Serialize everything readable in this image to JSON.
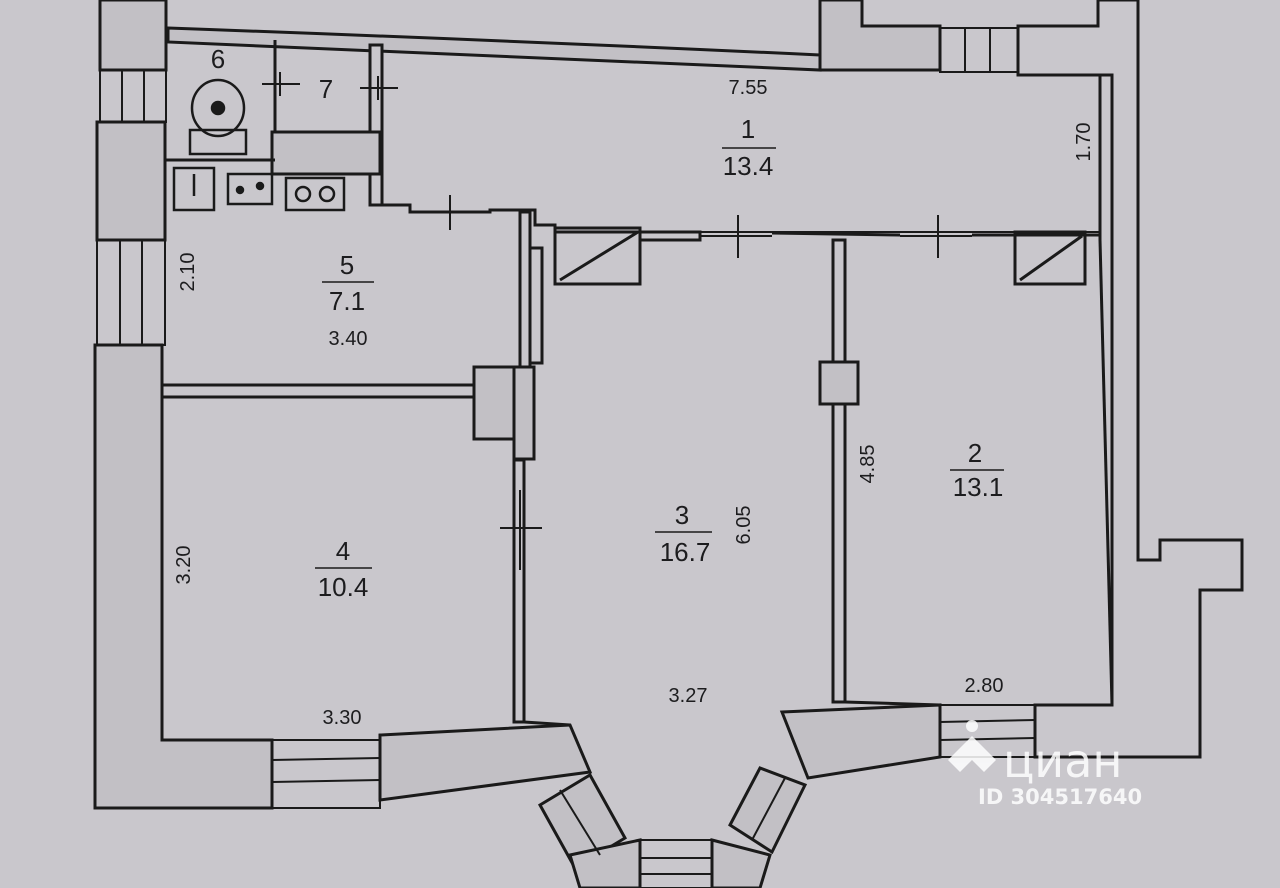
{
  "rooms": [
    {
      "id": "1",
      "number": "1",
      "area": "13.4"
    },
    {
      "id": "2",
      "number": "2",
      "area": "13.1"
    },
    {
      "id": "3",
      "number": "3",
      "area": "16.7"
    },
    {
      "id": "4",
      "number": "4",
      "area": "10.4"
    },
    {
      "id": "5",
      "number": "5",
      "area": "7.1"
    },
    {
      "id": "6",
      "number": "6",
      "area": ""
    },
    {
      "id": "7",
      "number": "7",
      "area": ""
    }
  ],
  "dimensions": {
    "d_7_55": "7.55",
    "d_1_70": "1.70",
    "d_2_10": "2.10",
    "d_3_40": "3.40",
    "d_4_85": "4.85",
    "d_6_05": "6.05",
    "d_3_20": "3.20",
    "d_3_30": "3.30",
    "d_3_27": "3.27",
    "d_2_80": "2.80"
  },
  "watermark": {
    "brand": "циан",
    "listing_id": "ID 304517640"
  }
}
